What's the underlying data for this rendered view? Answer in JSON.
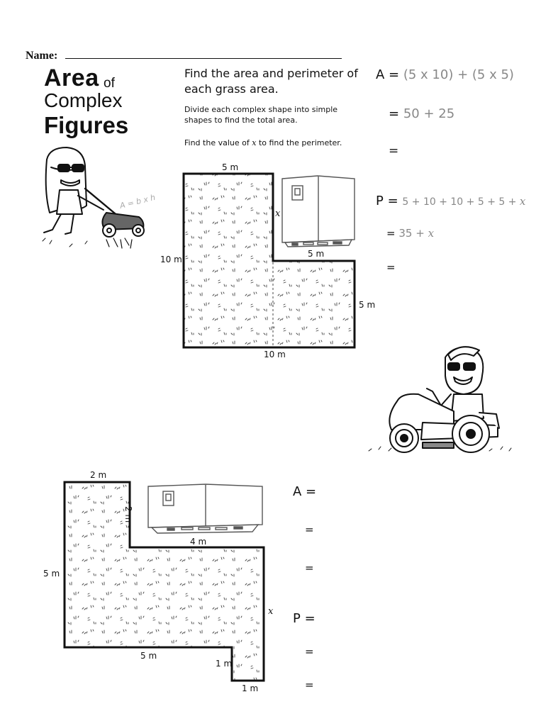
{
  "header": {
    "name_label": "Name:"
  },
  "title": {
    "line1": "Area",
    "of": "of",
    "line2": "Complex",
    "line3": "Figures"
  },
  "instructions": {
    "main": "Find the area and perimeter of each grass area.",
    "divide": "Divide each complex shape into simple shapes to find the total area.",
    "find_x_pre": "Find the value of ",
    "find_x_var": "x",
    "find_x_post": " to find the perimeter."
  },
  "decorations": {
    "formula": "A = b x h"
  },
  "example": {
    "area_label": "A =",
    "area_step1": "(5 x 10) + (5 x 5)",
    "area_step2_eq": "=",
    "area_step2": "50 + 25",
    "area_step3_eq": "=",
    "perim_label": "P =",
    "perim_step1": "5 + 10 + 10 + 5 + 5 + ",
    "perim_var": "x",
    "perim_step2_eq": "=",
    "perim_step2": "35 + ",
    "perim_step3_eq": "=",
    "dims": {
      "top": "5 m",
      "right_upper": "x",
      "inner": "5 m",
      "left": "10 m",
      "right_lower": "5 m",
      "bottom": "10 m"
    }
  },
  "problem2": {
    "area_label": "A =",
    "eq1": "=",
    "eq2": "=",
    "perim_label": "P =",
    "eq3": "=",
    "eq4": "=",
    "dims": {
      "top": "2 m",
      "right_upper": "2 m",
      "inner": "4 m",
      "left": "5 m",
      "right": "x",
      "bottom": "5 m",
      "notch_side": "1 m",
      "notch_bottom": "1 m"
    }
  }
}
